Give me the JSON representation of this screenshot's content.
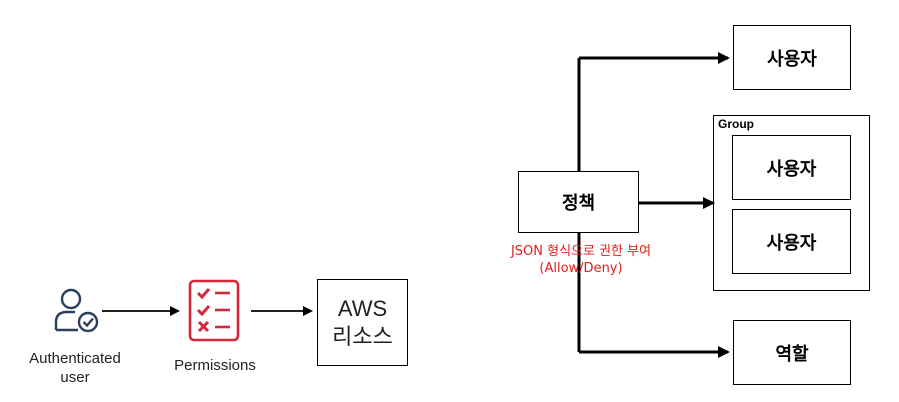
{
  "left": {
    "user_caption_line1": "Authenticated",
    "user_caption_line2": "user",
    "permissions_caption": "Permissions",
    "aws_line1": "AWS",
    "aws_line2": "리소스",
    "icons": {
      "user": "authenticated-user-icon",
      "permissions": "permissions-checklist-icon"
    },
    "colors": {
      "icon_user": "#2d3e5e",
      "icon_permissions": "#d6283b"
    }
  },
  "right": {
    "policy_label": "정책",
    "policy_note_line1": "JSON 형식으로 권한 부여",
    "policy_note_line2": "(Allow/Deny)",
    "user_top_label": "사용자",
    "group_label": "Group",
    "group_user1_label": "사용자",
    "group_user2_label": "사용자",
    "role_label": "역할",
    "colors": {
      "note": "#e0201c"
    }
  }
}
